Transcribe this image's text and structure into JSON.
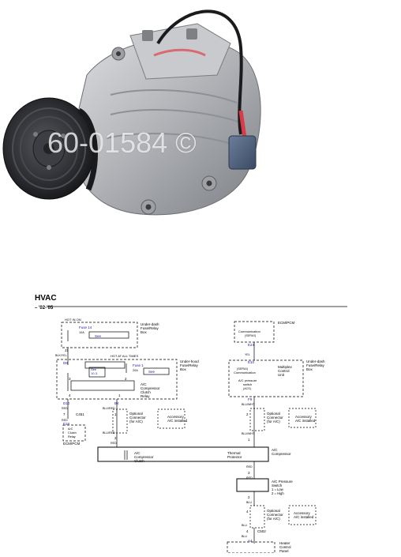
{
  "watermark": "60-01584 ©",
  "colors": {
    "photo_bg": "#ffffff",
    "metal": "#b8b9bc",
    "pulley": "#2e2f33",
    "wire_red": "#d83c48",
    "connector": "#4c5e78",
    "link_blue": "#1a1aa0"
  },
  "diagram": {
    "title": "HVAC",
    "years": "– '02-'05",
    "hot_in_on": "HOT IN ON",
    "hot_at_all_times": "HOT AT ALL TIMES",
    "underdash_box_left": [
      "Under-dash",
      "Fuse/Relay",
      "Box"
    ],
    "fuse14": "Fuse 14",
    "fuse14_amp": "10A",
    "see": "See",
    "pin_j1": "J1",
    "wire_blkyel": "BLK/YEL",
    "pin_d8": "D8",
    "underhood_box": [
      "Under-hood",
      "Fuse/Relay",
      "Box"
    ],
    "see_ref": [
      "See",
      "10-3."
    ],
    "fuse1": "Fuse 1",
    "fuse1_amp": "20A",
    "relay_label": [
      "A/C",
      "Compressor",
      "Clutch",
      "Relay"
    ],
    "pin3": "3",
    "pin2": "2",
    "pin4": "4",
    "pin1": "1",
    "pin7": "7",
    "pin_d10": "D10",
    "pin_b4": "B4",
    "wire_red": "RED",
    "wire_blured": "BLU/RED",
    "c451": "C451",
    "pin_e18": "E18",
    "ecm_relay": [
      "A/C",
      "Clutch",
      "Relay"
    ],
    "ecm_pcm": "ECM/PCM",
    "opt_conn": [
      "Optional",
      "Connector",
      "(for A/C)"
    ],
    "accessory": [
      "Accessory",
      "A/C installed"
    ],
    "ecm_pcm_right": "ECM/PCM",
    "communication": [
      "Communication",
      "(SEFMJ)"
    ],
    "pin_e24": "E24",
    "wire_yel": "YEL",
    "pin_e10": "E10",
    "underdash_box_right": [
      "Under-dash",
      "Fuse/Relay",
      "Box"
    ],
    "multiplex": [
      "Multiplex",
      "Control",
      "Unit"
    ],
    "sefmj_comm": [
      "(SEFMJ)",
      "Communication"
    ],
    "ac_pressure_switch_in": [
      "A/C pressure",
      "switch",
      "(ACS)"
    ],
    "pin_f9": "F9",
    "wire_bluwht": "BLU/WHT",
    "ac_compressor_clutch": [
      "A/C",
      "Compressor",
      "Clutch"
    ],
    "thermal_protector": [
      "Thermal",
      "Protector"
    ],
    "ac_compressor": [
      "A/C",
      "Compressor"
    ],
    "ac_pressure_switch": [
      "A/C Pressure",
      "Switch",
      "1 = Low",
      "2 = High"
    ],
    "wire_blu": "BLU",
    "c502": "C502",
    "pin_a4": "A4",
    "heater_panel": [
      "Heater",
      "Control",
      "Panel"
    ]
  }
}
